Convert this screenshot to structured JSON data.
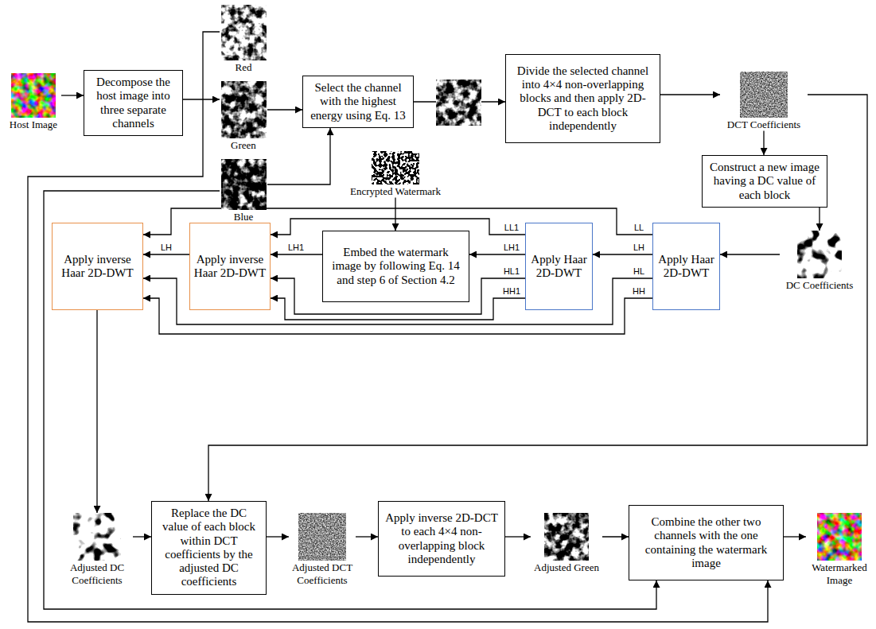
{
  "diagram": {
    "nodes": [
      {
        "text": [
          "Host Image"
        ]
      },
      {
        "text": [
          "Decompose the host image into three separate channels"
        ]
      },
      {
        "text": [
          "Red"
        ]
      },
      {
        "text": [
          "Green"
        ]
      },
      {
        "text": [
          "Blue"
        ]
      },
      {
        "text": [
          "Select the channel with the highest energy using Eq. 13"
        ]
      },
      {
        "text": [
          "Divide the selected channel into 4×4 non-overlapping blocks and then apply 2D-DCT to each block independently"
        ]
      },
      {
        "text": [
          "DCT Coefficients"
        ]
      },
      {
        "text": [
          "Construct a new image having a DC value of each block"
        ]
      },
      {
        "text": [
          "Encrypted Watermark"
        ]
      },
      {
        "text": [
          "Apply inverse Haar 2D-DWT"
        ]
      },
      {
        "text": [
          "Apply inverse Haar 2D-DWT"
        ]
      },
      {
        "text": [
          "Embed the watermark image by following Eq. 14 and step 6 of Section 4.2"
        ]
      },
      {
        "text": [
          "Apply Haar 2D-DWT"
        ]
      },
      {
        "text": [
          "Apply Haar 2D-DWT"
        ]
      },
      {
        "text": [
          "DC Coefficients"
        ]
      },
      {
        "text": [
          "Adjusted DC Coefficients"
        ]
      },
      {
        "text": [
          "Replace the DC value of each block within DCT coefficients by the adjusted DC coefficients"
        ]
      },
      {
        "text": [
          "Adjusted DCT Coefficients"
        ]
      },
      {
        "text": [
          "Apply inverse 2D-DCT to each 4×4 non-overlapping block independently"
        ]
      },
      {
        "text": [
          "Adjusted Green"
        ]
      },
      {
        "text": [
          "Combine the other two channels with the one containing the watermark image"
        ]
      },
      {
        "text": [
          "Watermarked Image"
        ]
      }
    ],
    "edges": [
      {
        "from": 0,
        "to": 1,
        "arrow": "to"
      },
      {
        "from": 1,
        "to": 3,
        "arrow": "to"
      },
      {
        "from": 3,
        "to": 5,
        "arrow": "to"
      },
      {
        "from": 4,
        "to": 5,
        "arrow": "to"
      },
      {
        "from": 5,
        "to": 6,
        "arrow": "to"
      },
      {
        "from": 6,
        "to": 7,
        "arrow": "to"
      },
      {
        "from": 7,
        "to": 8,
        "arrow": "to"
      },
      {
        "from": 8,
        "to": 15,
        "arrow": "to"
      },
      {
        "from": 15,
        "to": 14,
        "arrow": "to"
      },
      {
        "from": 14,
        "to": 13,
        "label": "LH",
        "arrow": "to"
      },
      {
        "from": 14,
        "to": 10,
        "label": "LL",
        "arrow": "to"
      },
      {
        "from": 14,
        "to": 10,
        "label": "HL",
        "arrow": "to"
      },
      {
        "from": 14,
        "to": 10,
        "label": "HH",
        "arrow": "to"
      },
      {
        "from": 13,
        "to": 12,
        "label": "LH1",
        "arrow": "to"
      },
      {
        "from": 13,
        "to": 11,
        "label": "LL1",
        "arrow": "to"
      },
      {
        "from": 13,
        "to": 11,
        "label": "HL1",
        "arrow": "to"
      },
      {
        "from": 13,
        "to": 11,
        "label": "HH1",
        "arrow": "to"
      },
      {
        "from": 9,
        "to": 12,
        "arrow": "to"
      },
      {
        "from": 12,
        "to": 11,
        "label": "LH1",
        "arrow": "to"
      },
      {
        "from": 11,
        "to": 10,
        "label": "LH",
        "arrow": "to"
      },
      {
        "from": 10,
        "to": 16,
        "arrow": "to"
      },
      {
        "from": 16,
        "to": 17,
        "arrow": "to"
      },
      {
        "from": 7,
        "to": 17,
        "arrow": "to"
      },
      {
        "from": 17,
        "to": 18,
        "arrow": "to"
      },
      {
        "from": 18,
        "to": 19,
        "arrow": "to"
      },
      {
        "from": 19,
        "to": 20,
        "arrow": "to"
      },
      {
        "from": 20,
        "to": 21,
        "arrow": "to"
      },
      {
        "from": 21,
        "to": 22,
        "arrow": "to"
      },
      {
        "from": 2,
        "to": 21,
        "arrow": "to"
      },
      {
        "from": 4,
        "to": 21,
        "arrow": "to"
      }
    ]
  }
}
